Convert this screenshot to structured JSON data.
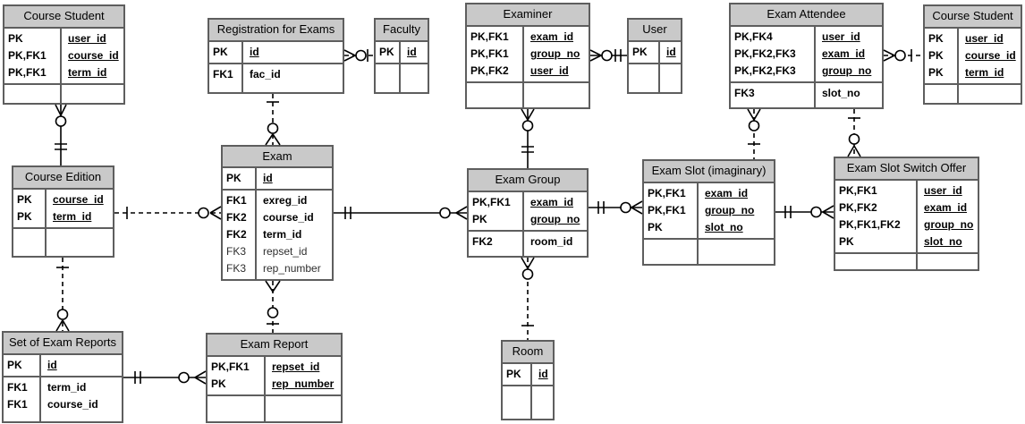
{
  "colors": {
    "header_fill": "#c9c9c9",
    "table_border": "#5e5e5e",
    "line": "#000000",
    "background": "#ffffff"
  },
  "tables": {
    "csl": {
      "title": "Course Student",
      "key_rows": [
        [
          "PK",
          "user_id"
        ],
        [
          "PK,FK1",
          "course_id"
        ],
        [
          "PK,FK1",
          "term_id"
        ]
      ],
      "attr_rows": []
    },
    "reg": {
      "title": "Registration for Exams",
      "key_rows": [
        [
          "PK",
          "id"
        ]
      ],
      "attr_rows": [
        [
          "FK1",
          "fac_id"
        ]
      ]
    },
    "fac": {
      "title": "Faculty",
      "key_rows": [
        [
          "PK",
          "id"
        ]
      ],
      "attr_rows": []
    },
    "exr": {
      "title": "Examiner",
      "key_rows": [
        [
          "PK,FK1",
          "exam_id"
        ],
        [
          "PK,FK1",
          "group_no"
        ],
        [
          "PK,FK2",
          "user_id"
        ]
      ],
      "attr_rows": []
    },
    "usr": {
      "title": "User",
      "key_rows": [
        [
          "PK",
          "id"
        ]
      ],
      "attr_rows": []
    },
    "att": {
      "title": "Exam Attendee",
      "key_rows": [
        [
          "PK,FK4",
          "user_id"
        ],
        [
          "PK,FK2,FK3",
          "exam_id"
        ],
        [
          "PK,FK2,FK3",
          "group_no"
        ]
      ],
      "attr_rows": [
        [
          "FK3",
          "slot_no"
        ]
      ]
    },
    "csr": {
      "title": "Course Student",
      "key_rows": [
        [
          "PK",
          "user_id"
        ],
        [
          "PK",
          "course_id"
        ],
        [
          "PK",
          "term_id"
        ]
      ],
      "attr_rows": []
    },
    "ced": {
      "title": "Course Edition",
      "key_rows": [
        [
          "PK",
          "course_id"
        ],
        [
          "PK",
          "term_id"
        ]
      ],
      "attr_rows": []
    },
    "exm": {
      "title": "Exam",
      "key_rows": [
        [
          "PK",
          "id"
        ]
      ],
      "attr_rows": [
        [
          "FK1",
          "exreg_id"
        ],
        [
          "FK2",
          "course_id"
        ],
        [
          "FK2",
          "term_id"
        ],
        [
          "FK3",
          "repset_id"
        ],
        [
          "FK3",
          "rep_number"
        ]
      ]
    },
    "grp": {
      "title": "Exam Group",
      "key_rows": [
        [
          "PK,FK1",
          "exam_id"
        ],
        [
          "PK",
          "group_no"
        ]
      ],
      "attr_rows": [
        [
          "FK2",
          "room_id"
        ]
      ]
    },
    "slt": {
      "title": "Exam Slot (imaginary)",
      "key_rows": [
        [
          "PK,FK1",
          "exam_id"
        ],
        [
          "PK,FK1",
          "group_no"
        ],
        [
          "PK",
          "slot_no"
        ]
      ],
      "attr_rows": []
    },
    "swo": {
      "title": "Exam Slot Switch Offer",
      "key_rows": [
        [
          "PK,FK1",
          "user_id"
        ],
        [
          "PK,FK2",
          "exam_id"
        ],
        [
          "PK,FK1,FK2",
          "group_no"
        ],
        [
          "PK",
          "slot_no"
        ]
      ],
      "attr_rows": []
    },
    "ser": {
      "title": "Set of Exam Reports",
      "key_rows": [
        [
          "PK",
          "id"
        ]
      ],
      "attr_rows": [
        [
          "FK1",
          "term_id"
        ],
        [
          "FK1",
          "course_id"
        ]
      ]
    },
    "rpt": {
      "title": "Exam Report",
      "key_rows": [
        [
          "PK,FK1",
          "repset_id"
        ],
        [
          "PK",
          "rep_number"
        ]
      ],
      "attr_rows": []
    },
    "room": {
      "title": "Room",
      "key_rows": [
        [
          "PK",
          "id"
        ]
      ],
      "attr_rows": []
    }
  },
  "relationships": [
    {
      "from": "Course Student (left)",
      "to": "Course Edition",
      "from_end": "zero-or-many",
      "to_end": "exactly-one",
      "line": "solid"
    },
    {
      "from": "Registration for Exams",
      "to": "Exam",
      "from_end": "one",
      "to_end": "zero-or-many",
      "line": "dashed"
    },
    {
      "from": "Registration for Exams",
      "to": "Faculty",
      "from_end": "zero-or-many",
      "to_end": "one",
      "line": "dashed"
    },
    {
      "from": "Examiner",
      "to": "User",
      "from_end": "zero-or-many",
      "to_end": "exactly-one",
      "line": "solid"
    },
    {
      "from": "Examiner",
      "to": "Exam Group",
      "from_end": "zero-or-many",
      "to_end": "exactly-one",
      "line": "solid"
    },
    {
      "from": "Exam Attendee",
      "to": "Course Student (right)",
      "from_end": "zero-or-many",
      "to_end": "one",
      "line": "dashed"
    },
    {
      "from": "Exam Attendee",
      "to": "Exam Slot (imaginary)",
      "from_end": "zero-or-many",
      "to_end": "one",
      "line": "dashed"
    },
    {
      "from": "Exam Attendee",
      "to": "Exam Slot Switch Offer",
      "from_end": "one",
      "to_end": "zero-or-many",
      "line": "dashed"
    },
    {
      "from": "Course Edition",
      "to": "Exam",
      "from_end": "one",
      "to_end": "zero-or-many",
      "line": "dashed"
    },
    {
      "from": "Exam",
      "to": "Exam Group",
      "from_end": "exactly-one",
      "to_end": "zero-or-many",
      "line": "solid"
    },
    {
      "from": "Exam Group",
      "to": "Exam Slot (imaginary)",
      "from_end": "exactly-one",
      "to_end": "zero-or-many",
      "line": "solid"
    },
    {
      "from": "Exam Slot (imaginary)",
      "to": "Exam Slot Switch Offer",
      "from_end": "exactly-one",
      "to_end": "zero-or-many",
      "line": "solid"
    },
    {
      "from": "Course Edition",
      "to": "Set of Exam Reports",
      "from_end": "one",
      "to_end": "zero-or-many",
      "line": "dashed"
    },
    {
      "from": "Exam",
      "to": "Exam Report",
      "from_end": "many",
      "to_end": "zero-or-one",
      "line": "dashed"
    },
    {
      "from": "Set of Exam Reports",
      "to": "Exam Report",
      "from_end": "exactly-one",
      "to_end": "zero-or-many",
      "line": "solid"
    },
    {
      "from": "Exam Group",
      "to": "Room",
      "from_end": "zero-or-many",
      "to_end": "one",
      "line": "dashed"
    }
  ]
}
